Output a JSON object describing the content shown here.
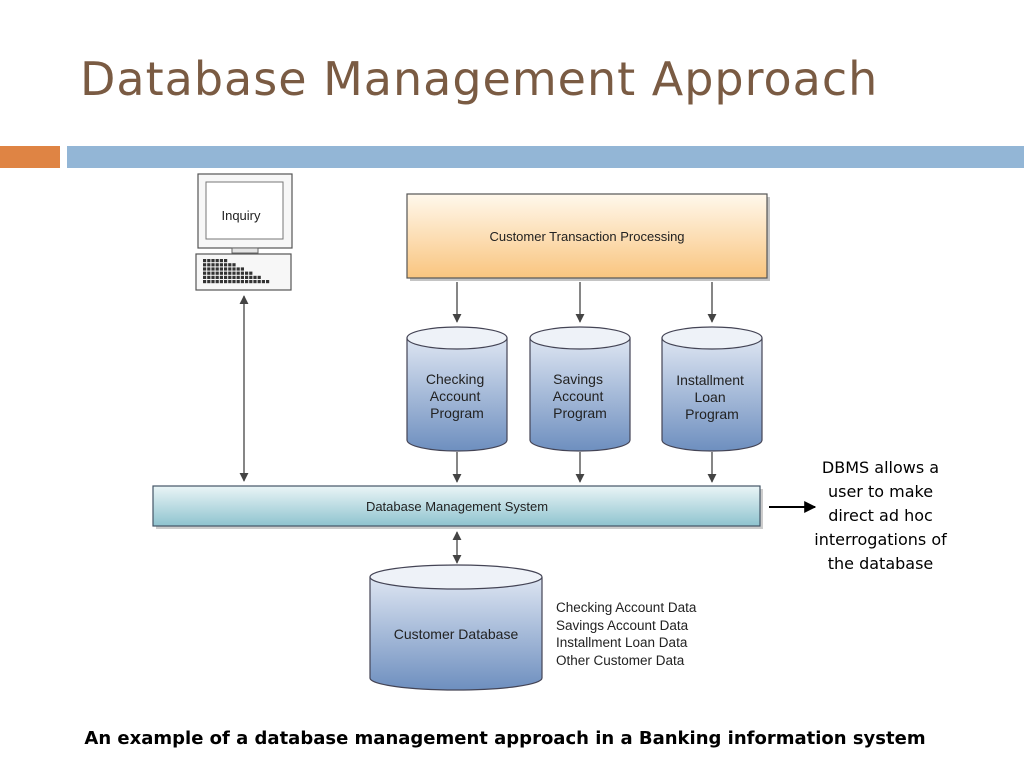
{
  "title": "Database Management Approach",
  "diagram": {
    "inquiry_label": "Inquiry",
    "transaction_processing": "Customer Transaction Processing",
    "programs": [
      {
        "lines": [
          "Checking",
          "Account",
          "Program"
        ]
      },
      {
        "lines": [
          "Savings",
          "Account",
          "Program"
        ]
      },
      {
        "lines": [
          "Installment",
          "Loan",
          "Program"
        ]
      }
    ],
    "dbms_label": "Database Management System",
    "database_label": "Customer Database",
    "database_contents": [
      "Checking Account Data",
      "Savings Account Data",
      "Installment Loan Data",
      "Other Customer Data"
    ]
  },
  "side_note": "DBMS allows a user to make direct ad hoc interrogations of the database",
  "caption": "An example of a database management approach in a Banking information system",
  "colors": {
    "title": "#7a5b43",
    "accent_orange": "#df8444",
    "accent_blue": "#93b6d6"
  }
}
